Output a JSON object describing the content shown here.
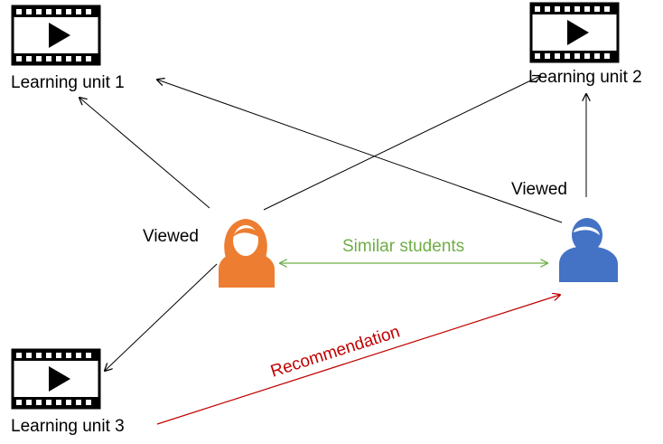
{
  "units": [
    {
      "label": "Learning unit 1",
      "icon": "video-play-icon"
    },
    {
      "label": "Learning unit 2",
      "icon": "video-play-icon"
    },
    {
      "label": "Learning unit 3",
      "icon": "video-play-icon"
    }
  ],
  "students": [
    {
      "icon": "female-student-icon",
      "color": "#ED7D31",
      "label": "Viewed"
    },
    {
      "icon": "male-student-icon",
      "color": "#4472C4",
      "label": "Viewed"
    }
  ],
  "relations": {
    "similar": {
      "label": "Similar students",
      "color": "#70AD47"
    },
    "recommendation": {
      "label": "Recommendation",
      "color": "#C00000"
    }
  }
}
